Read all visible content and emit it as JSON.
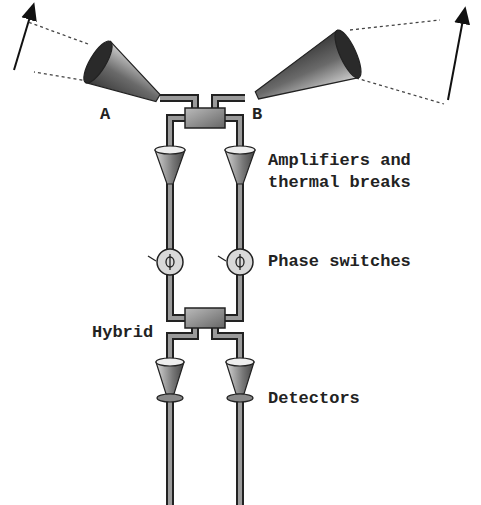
{
  "diagram": {
    "labels": [
      "A",
      "B",
      "Amplifiers and thermal breaks",
      "Phase switches",
      "Hybrid",
      "Detectors"
    ]
  }
}
